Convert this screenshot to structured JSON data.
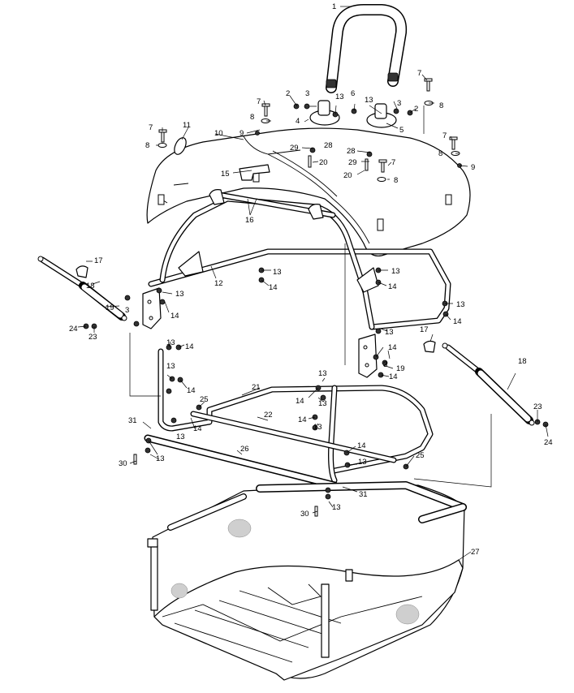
{
  "callouts": [
    {
      "id": "c1",
      "text": "1"
    },
    {
      "id": "c2a",
      "text": "2"
    },
    {
      "id": "c3a",
      "text": "3"
    },
    {
      "id": "c13a",
      "text": "13"
    },
    {
      "id": "c6",
      "text": "6"
    },
    {
      "id": "c13b",
      "text": "13"
    },
    {
      "id": "c3b",
      "text": "3"
    },
    {
      "id": "c2b",
      "text": "2"
    },
    {
      "id": "c7a",
      "text": "7"
    },
    {
      "id": "c8a",
      "text": "8"
    },
    {
      "id": "c7b",
      "text": "7"
    },
    {
      "id": "c8b",
      "text": "8"
    },
    {
      "id": "c4",
      "text": "4"
    },
    {
      "id": "c5",
      "text": "5"
    },
    {
      "id": "c9a",
      "text": "9"
    },
    {
      "id": "c7c",
      "text": "7"
    },
    {
      "id": "c8c",
      "text": "8"
    },
    {
      "id": "c11",
      "text": "11"
    },
    {
      "id": "c10",
      "text": "10"
    },
    {
      "id": "c7d",
      "text": "7"
    },
    {
      "id": "c8d",
      "text": "8"
    },
    {
      "id": "c9b",
      "text": "9"
    },
    {
      "id": "c29a",
      "text": "29"
    },
    {
      "id": "c28a",
      "text": "28"
    },
    {
      "id": "c20a",
      "text": "20"
    },
    {
      "id": "c28b",
      "text": "28"
    },
    {
      "id": "c29b",
      "text": "29"
    },
    {
      "id": "c20b",
      "text": "20"
    },
    {
      "id": "c7e",
      "text": "7"
    },
    {
      "id": "c8e",
      "text": "8"
    },
    {
      "id": "c15",
      "text": "15"
    },
    {
      "id": "c16",
      "text": "16"
    },
    {
      "id": "c17a",
      "text": "17"
    },
    {
      "id": "c18a",
      "text": "18"
    },
    {
      "id": "c12",
      "text": "12"
    },
    {
      "id": "c13c",
      "text": "13"
    },
    {
      "id": "c14a",
      "text": "14"
    },
    {
      "id": "c13d",
      "text": "13"
    },
    {
      "id": "c14b",
      "text": "14"
    },
    {
      "id": "c13e",
      "text": "13"
    },
    {
      "id": "c14c",
      "text": "14"
    },
    {
      "id": "c19a",
      "text": "19"
    },
    {
      "id": "c3c",
      "text": "3"
    },
    {
      "id": "c13f",
      "text": "13"
    },
    {
      "id": "c14d",
      "text": "14"
    },
    {
      "id": "c24a",
      "text": "24"
    },
    {
      "id": "c23a",
      "text": "23"
    },
    {
      "id": "c13g",
      "text": "13"
    },
    {
      "id": "c14e",
      "text": "14"
    },
    {
      "id": "c17b",
      "text": "17"
    },
    {
      "id": "c13h",
      "text": "13"
    },
    {
      "id": "c14f",
      "text": "14"
    },
    {
      "id": "c18b",
      "text": "18"
    },
    {
      "id": "c13i",
      "text": "13"
    },
    {
      "id": "c14g",
      "text": "14"
    },
    {
      "id": "c3d",
      "text": "3"
    },
    {
      "id": "c19b",
      "text": "19"
    },
    {
      "id": "c14h",
      "text": "14"
    },
    {
      "id": "c25a",
      "text": "25"
    },
    {
      "id": "c21",
      "text": "21"
    },
    {
      "id": "c13j",
      "text": "13"
    },
    {
      "id": "c14i",
      "text": "14"
    },
    {
      "id": "c13k",
      "text": "13"
    },
    {
      "id": "c22",
      "text": "22"
    },
    {
      "id": "c14j",
      "text": "14"
    },
    {
      "id": "c13l",
      "text": "13"
    },
    {
      "id": "c14k",
      "text": "14"
    },
    {
      "id": "c31a",
      "text": "31"
    },
    {
      "id": "c13m",
      "text": "13"
    },
    {
      "id": "c23b",
      "text": "23"
    },
    {
      "id": "c24b",
      "text": "24"
    },
    {
      "id": "c26",
      "text": "26"
    },
    {
      "id": "c14l",
      "text": "14"
    },
    {
      "id": "c13n",
      "text": "13"
    },
    {
      "id": "c25b",
      "text": "25"
    },
    {
      "id": "c30a",
      "text": "30"
    },
    {
      "id": "c13o",
      "text": "13"
    },
    {
      "id": "c31b",
      "text": "31"
    },
    {
      "id": "c30b",
      "text": "30"
    },
    {
      "id": "c13p",
      "text": "13"
    },
    {
      "id": "c27",
      "text": "27"
    }
  ]
}
